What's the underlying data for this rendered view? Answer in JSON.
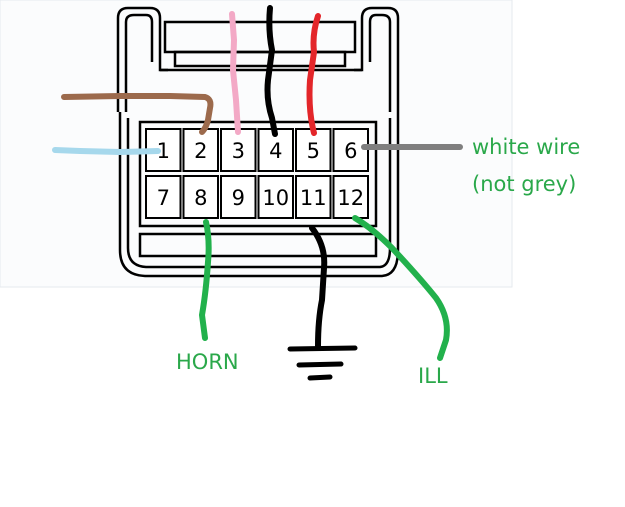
{
  "connector": {
    "pins_top": [
      "1",
      "2",
      "3",
      "4",
      "5",
      "6"
    ],
    "pins_bottom": [
      "7",
      "8",
      "9",
      "10",
      "11",
      "12"
    ]
  },
  "labels": {
    "white_wire_line1": "white wire",
    "white_wire_line2": "(not grey)",
    "horn": "HORN",
    "ill": "ILL"
  },
  "colors": {
    "label_green": "#2aa84a",
    "wire_light_blue": "#a6d8ec",
    "wire_brown": "#9c6a4c",
    "wire_pink": "#f3a9c6",
    "wire_black": "#000000",
    "wire_red": "#e3262a",
    "wire_grey": "#7f7f7f",
    "wire_green": "#22b14c"
  },
  "icons": {
    "ground": "ground-symbol-icon"
  }
}
